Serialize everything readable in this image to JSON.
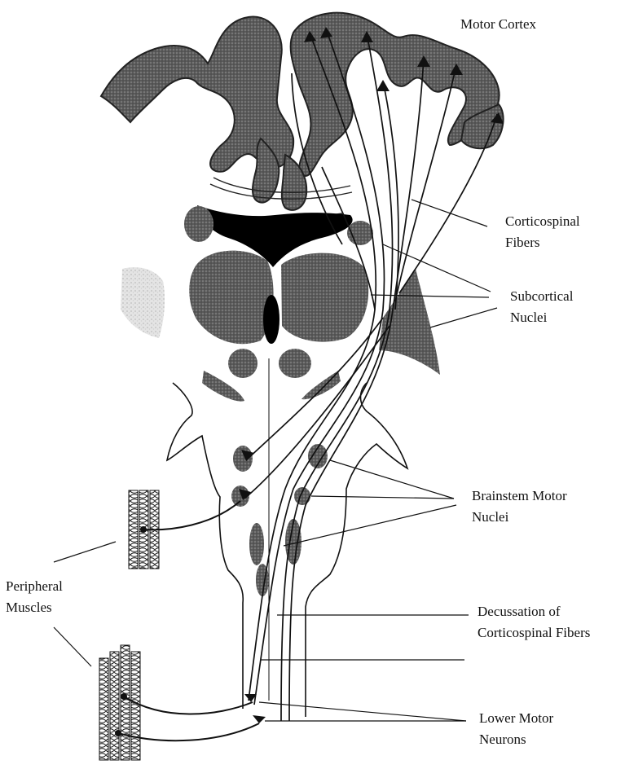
{
  "labels": {
    "motor_cortex": "Motor Cortex",
    "corticospinal_fibers": [
      "Corticospinal",
      "Fibers"
    ],
    "subcortical_nuclei": [
      "Subcortical",
      "Nuclei"
    ],
    "brainstem_motor_nuclei": [
      "Brainstem Motor",
      "Nuclei"
    ],
    "peripheral_muscles": [
      "Peripheral",
      "Muscles"
    ],
    "decussation": [
      "Decussation of",
      "Corticospinal Fibers"
    ],
    "lower_motor_neurons": [
      "Lower Motor",
      "Neurons"
    ]
  },
  "colors": {
    "shade": "#555555",
    "ink": "#111111",
    "paper": "#ffffff"
  }
}
